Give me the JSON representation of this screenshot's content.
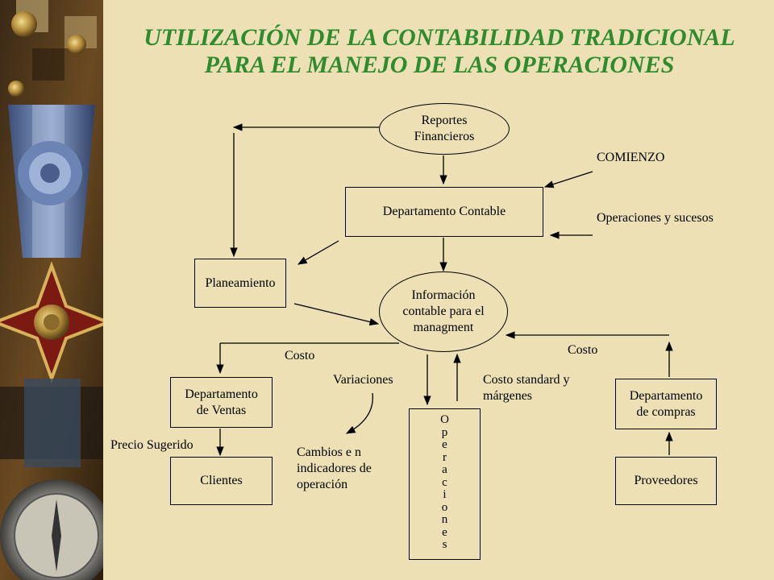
{
  "title": {
    "line1": "UTILIZACIÓN DE LA CONTABILIDAD TRADICIONAL",
    "line2": "PARA EL MANEJO DE LAS OPERACIONES"
  },
  "nodes": {
    "reportes": "Reportes\nFinancieros",
    "depto_contable": "Departamento Contable",
    "planeamiento": "Planeamiento",
    "informacion": "Información\ncontable para el\nmanagment",
    "depto_ventas": "Departamento\nde Ventas",
    "clientes": "Clientes",
    "operaciones": "Operaciones",
    "depto_compras": "Departamento\nde compras",
    "proveedores": "Proveedores"
  },
  "labels": {
    "comienzo": "COMIENZO",
    "operaciones_sucesos": "Operaciones y sucesos",
    "costo_left": "Costo",
    "costo_right": "Costo",
    "variaciones": "Variaciones",
    "costo_standard": "Costo standard\ny márgenes",
    "precio_sugerido": "Precio Sugerido",
    "cambios": "Cambios e n\nindicadores de\noperación"
  },
  "colors": {
    "title": "#2e8b2e",
    "background": "#ece0b4",
    "line": "#000000"
  }
}
